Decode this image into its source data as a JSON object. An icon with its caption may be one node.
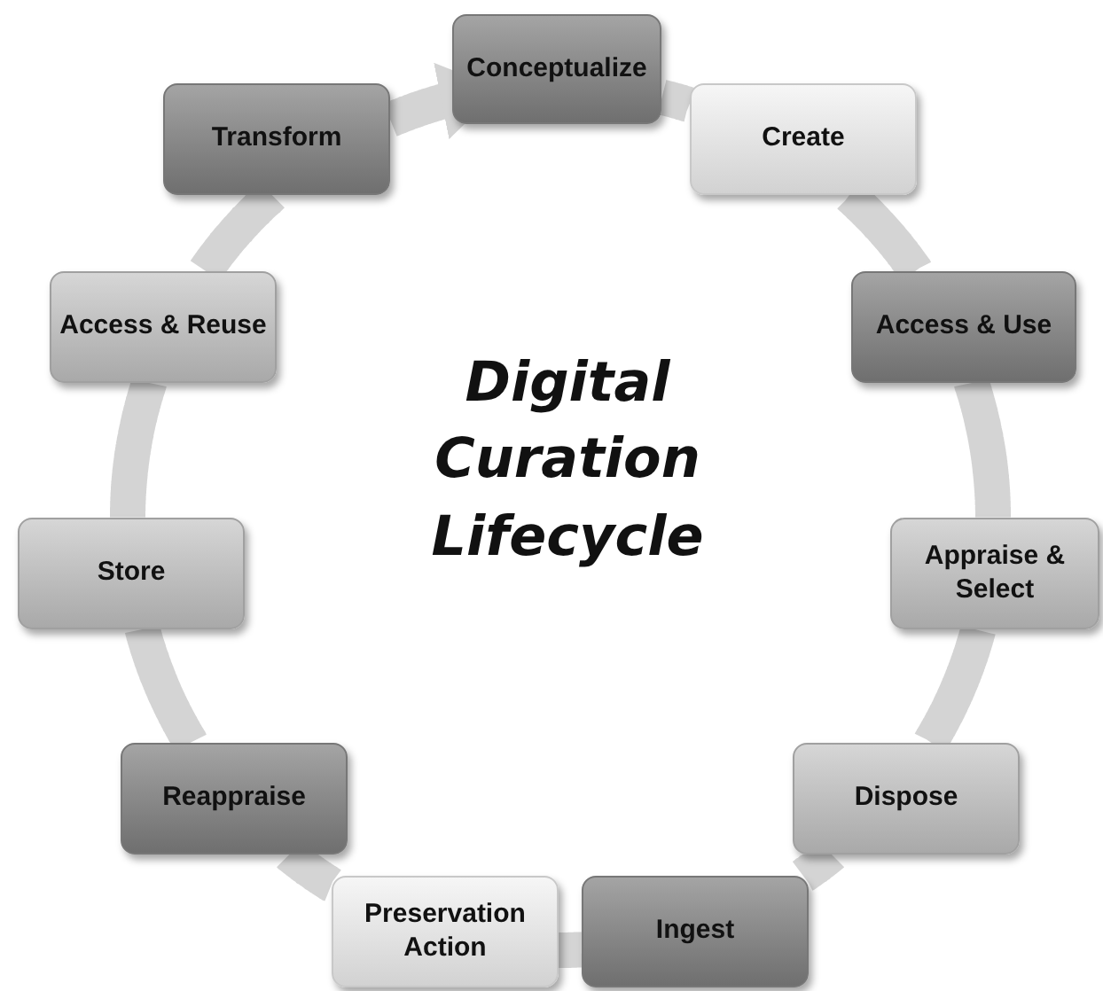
{
  "diagram": {
    "title": "Digital Curation Lifecycle",
    "nodes": [
      {
        "text": [
          "Conceptualize"
        ]
      },
      {
        "text": [
          "Create"
        ]
      },
      {
        "text": [
          "Access & Use"
        ]
      },
      {
        "text": [
          "Appraise & Select"
        ]
      },
      {
        "text": [
          "Dispose"
        ]
      },
      {
        "text": [
          "Ingest"
        ]
      },
      {
        "text": [
          "Preservation Action"
        ]
      },
      {
        "text": [
          "Reappraise"
        ]
      },
      {
        "text": [
          "Store"
        ]
      },
      {
        "text": [
          "Access & Reuse"
        ]
      },
      {
        "text": [
          "Transform"
        ]
      }
    ],
    "edges": [
      {
        "from": 0,
        "to": 1,
        "arrow": "none"
      },
      {
        "from": 1,
        "to": 2,
        "arrow": "none"
      },
      {
        "from": 2,
        "to": 3,
        "arrow": "none"
      },
      {
        "from": 3,
        "to": 4,
        "arrow": "none"
      },
      {
        "from": 4,
        "to": 5,
        "arrow": "none"
      },
      {
        "from": 5,
        "to": 6,
        "arrow": "none"
      },
      {
        "from": 6,
        "to": 7,
        "arrow": "none"
      },
      {
        "from": 7,
        "to": 8,
        "arrow": "none"
      },
      {
        "from": 8,
        "to": 9,
        "arrow": "none"
      },
      {
        "from": 9,
        "to": 10,
        "arrow": "none"
      },
      {
        "from": 10,
        "to": 0,
        "arrow": "to"
      }
    ]
  }
}
